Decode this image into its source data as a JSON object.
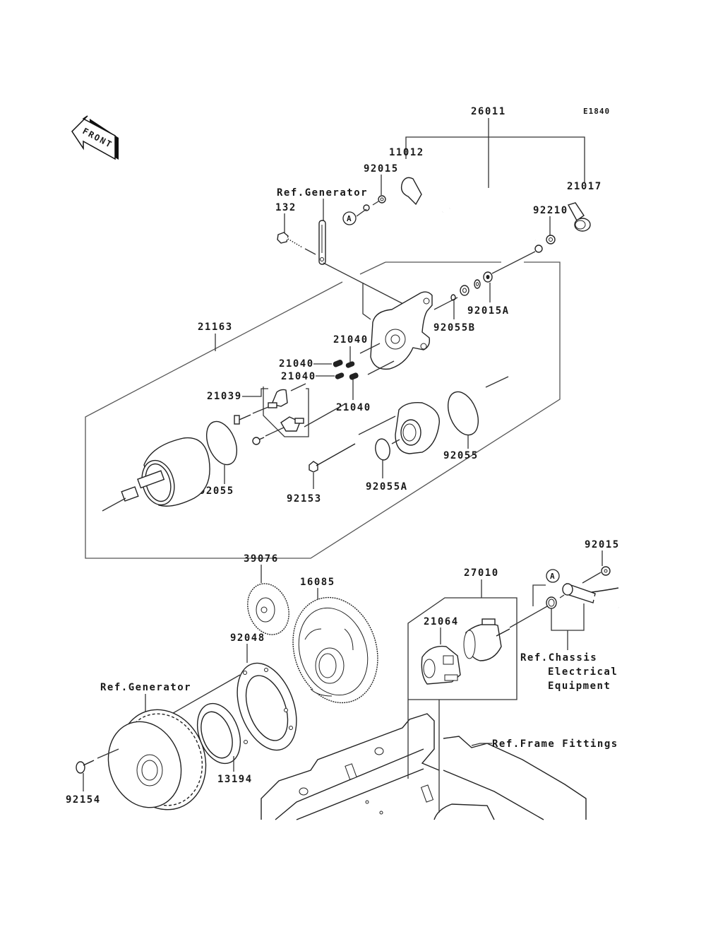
{
  "diagram": {
    "code": "E1840",
    "front_arrow": "FRONT",
    "ref_marker": "A",
    "labels": {
      "p26011": "26011",
      "p11012": "11012",
      "p92015_top": "92015",
      "p21017": "21017",
      "p92210": "92210",
      "ref_generator_top": "Ref.Generator",
      "p132": "132",
      "p92015A": "92015A",
      "p92055B": "92055B",
      "p21163": "21163",
      "p21040_a": "21040",
      "p21040_b": "21040",
      "p21040_c": "21040",
      "p21040_d": "21040",
      "p21039": "21039",
      "p92055_left": "92055",
      "p92153": "92153",
      "p92055A": "92055A",
      "p92055_right": "92055",
      "p39076": "39076",
      "p16085": "16085",
      "p92048": "92048",
      "ref_generator_bottom": "Ref.Generator",
      "p13194": "13194",
      "p92154": "92154",
      "p27010": "27010",
      "p21064": "21064",
      "p92015_bottom": "92015",
      "ref_chassis_1": "Ref.Chassis",
      "ref_chassis_2": "Electrical",
      "ref_chassis_3": "Equipment",
      "ref_frame": "Ref.Frame Fittings"
    }
  }
}
